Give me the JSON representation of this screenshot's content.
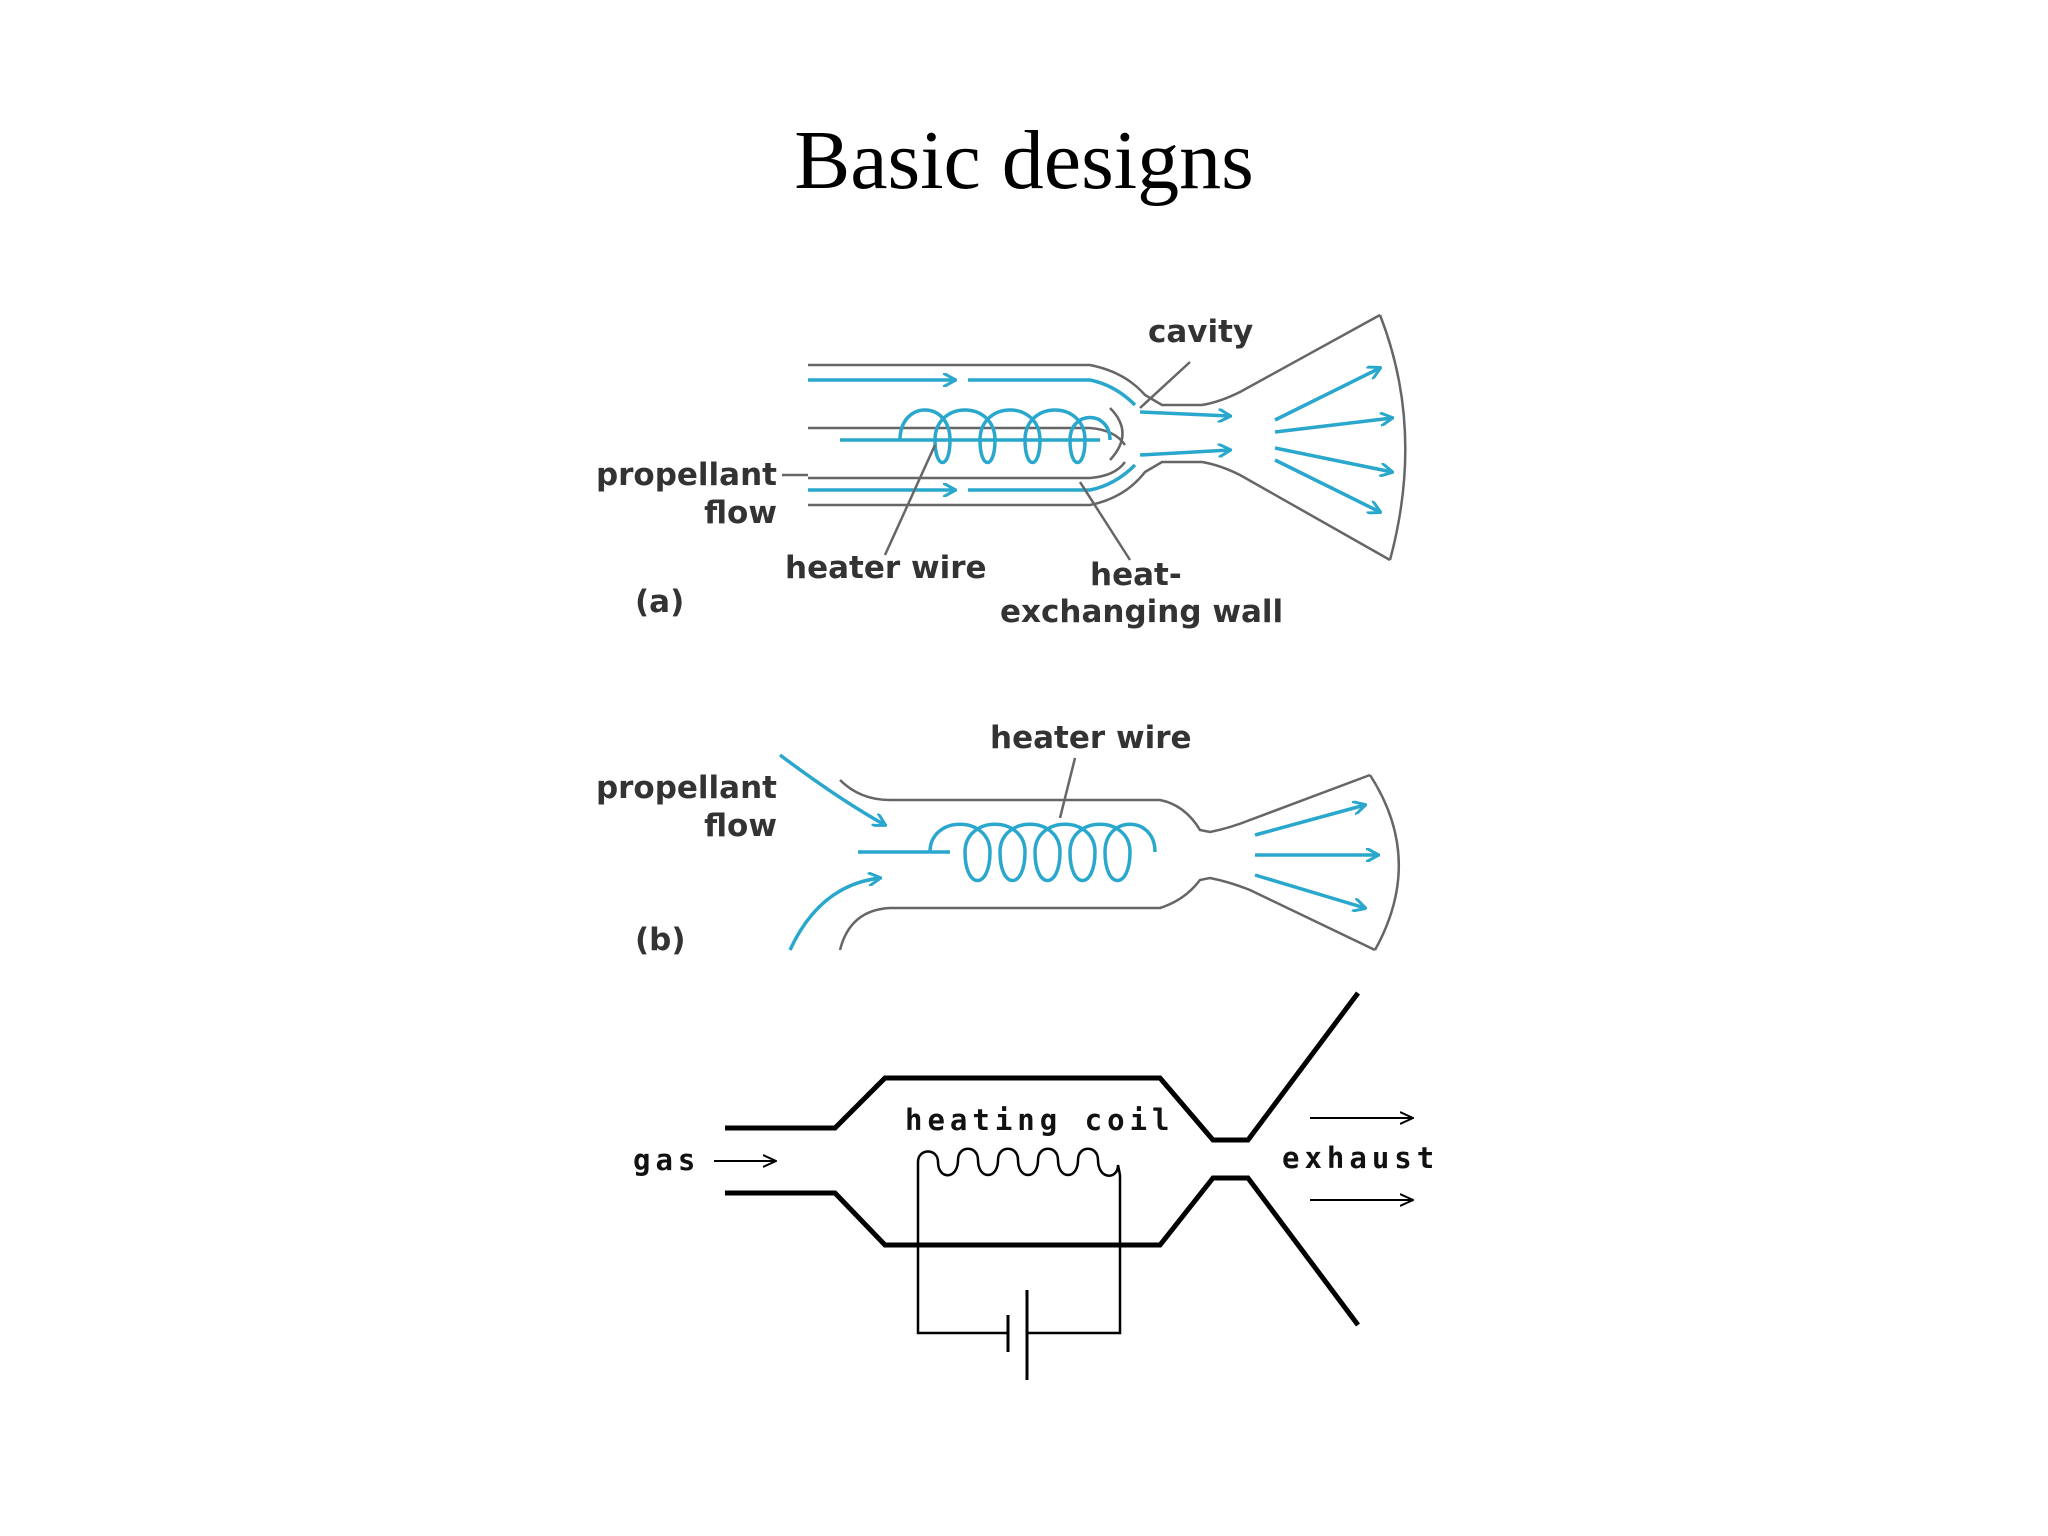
{
  "title": "Basic designs",
  "diagram_a": {
    "tag": "(a)",
    "labels": {
      "cavity": "cavity",
      "propellant_line1": "propellant",
      "propellant_line2": "flow",
      "heater_wire": "heater wire",
      "wall_line1": "heat-",
      "wall_line2": "exchanging wall"
    }
  },
  "diagram_b": {
    "tag": "(b)",
    "labels": {
      "heater_wire": "heater wire",
      "propellant_line1": "propellant",
      "propellant_line2": "flow"
    }
  },
  "diagram_c": {
    "labels": {
      "heating_coil": "heating coil",
      "gas": "gas",
      "exhaust": "exhaust"
    }
  },
  "colors": {
    "flow_arrows": "#2aa7cc",
    "outlines": "#666666",
    "schematic": "#000000"
  }
}
